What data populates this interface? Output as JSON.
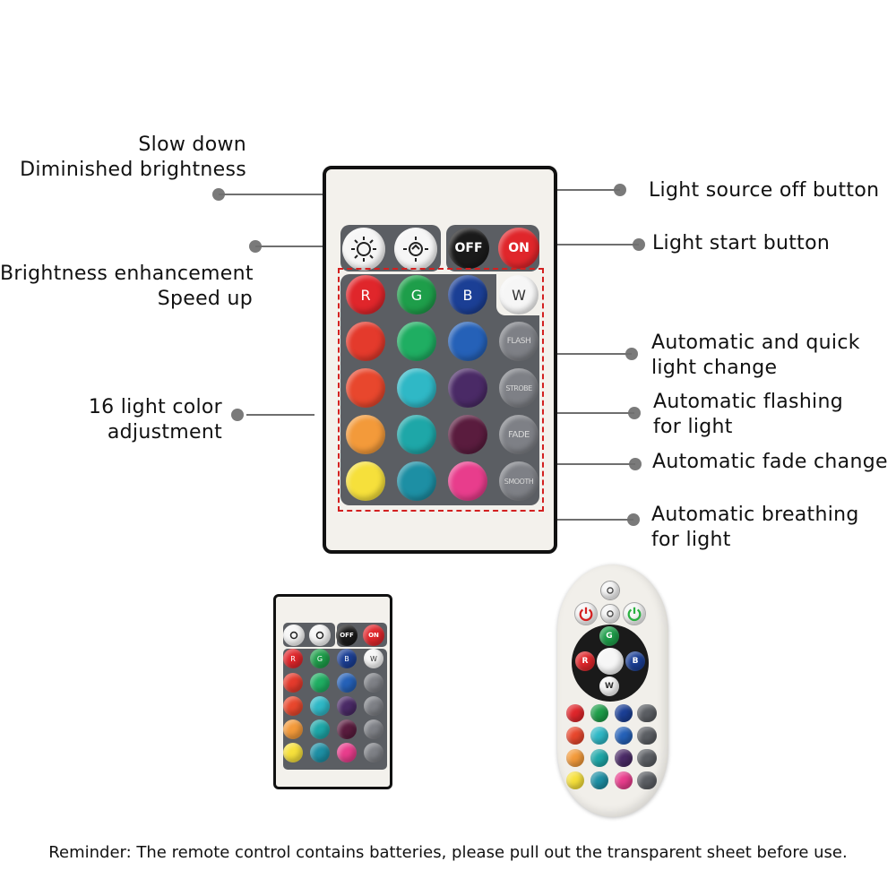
{
  "labels": {
    "slow_down": "Slow down",
    "diminished_brightness": "Diminished brightness",
    "brightness_enhancement": "Brightness enhancement",
    "speed_up": "Speed up",
    "color_adjust_line1": "16 light color",
    "color_adjust_line2": "adjustment",
    "light_source_off": "Light source off button",
    "light_start": "Light start button",
    "auto_quick_line1": "Automatic and quick",
    "auto_quick_line2": "light change",
    "auto_flash_line1": "Automatic flashing",
    "auto_flash_line2": "for light",
    "auto_fade": "Automatic fade change",
    "auto_breath_line1": "Automatic breathing",
    "auto_breath_line2": "for light"
  },
  "buttons": {
    "off": "OFF",
    "on": "ON",
    "r": "R",
    "g": "G",
    "b": "B",
    "w": "W",
    "flash": "FLASH",
    "strobe": "STROBE",
    "fade": "FADE",
    "smooth": "SMOOTH"
  },
  "colors": {
    "red": "#e0262b",
    "green": "#1e9e4a",
    "blue": "#1b3f95",
    "white": "#f6f6f6",
    "black": "#1a1a1a",
    "gray_button": "#7e8086",
    "dashed_outline": "#d32020"
  },
  "reminder": "Reminder: The remote control contains batteries, please pull out the transparent sheet before use."
}
